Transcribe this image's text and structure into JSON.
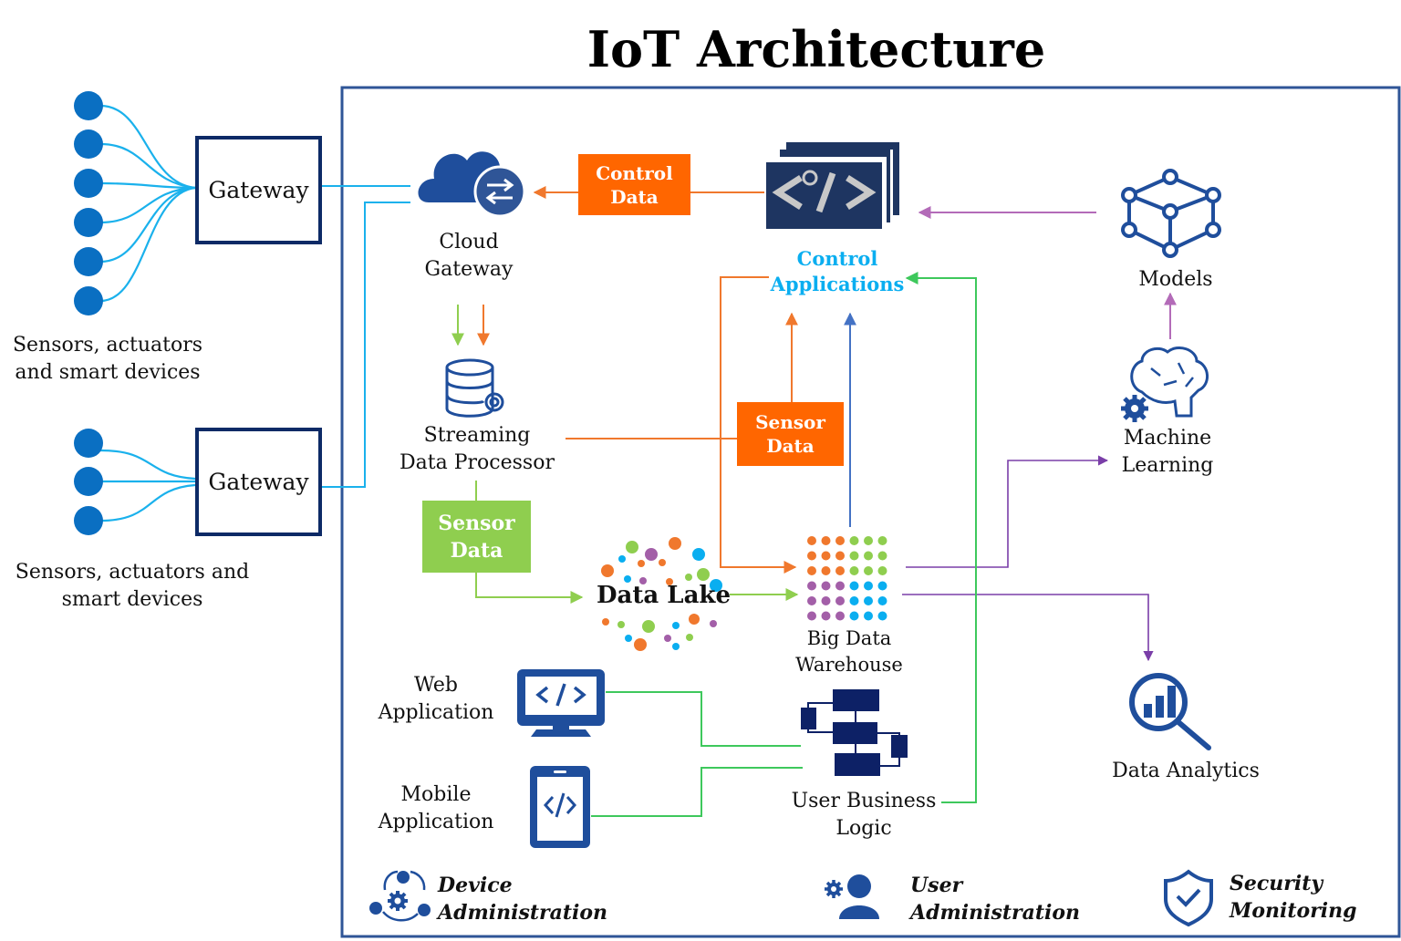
{
  "title": "IoT Architecture",
  "colors": {
    "frame": "#2f5597",
    "navy": "#0d2a66",
    "icon_blue": "#1f4e9c",
    "sensor_dot": "#0a6fc2",
    "wire_cyan": "#1ab1ec",
    "orange": "#ff6600",
    "orange_line": "#f0782d",
    "green_tag": "#8fce4f",
    "green_line": "#8fce4f",
    "bright_green": "#3ec85c",
    "purple": "#7a3ea8",
    "pink_purple": "#b36bb8",
    "steel_blue": "#4472c4",
    "control_label": "#0aaef0"
  },
  "left": {
    "group1": {
      "gateway_label": "Gateway",
      "devices_label_lines": [
        "Sensors, actuators",
        "and smart devices"
      ],
      "device_count": 6
    },
    "group2": {
      "gateway_label": "Gateway",
      "devices_label_lines": [
        "Sensors, actuators and",
        "smart devices"
      ],
      "device_count": 3
    }
  },
  "nodes": {
    "cloud_gateway": {
      "label_lines": [
        "Cloud",
        "Gateway"
      ],
      "icon": "cloud-exchange-icon"
    },
    "control_data_tag": {
      "lines": [
        "Control",
        "Data"
      ]
    },
    "control_applications": {
      "label_lines": [
        "Control",
        "Applications"
      ],
      "icon": "code-window-stack-icon"
    },
    "models": {
      "label": "Models",
      "icon": "cube-network-icon"
    },
    "machine_learning": {
      "label_lines": [
        "Machine",
        "Learning"
      ],
      "icon": "brain-gear-icon"
    },
    "streaming_processor": {
      "label_lines": [
        "Streaming",
        "Data Processor"
      ],
      "icon": "database-gear-icon"
    },
    "sensor_data_orange": {
      "lines": [
        "Sensor",
        "Data"
      ]
    },
    "sensor_data_green": {
      "lines": [
        "Sensor",
        "Data"
      ]
    },
    "data_lake": {
      "label": "Data Lake"
    },
    "big_data_warehouse": {
      "label_lines": [
        "Big Data",
        "Warehouse"
      ],
      "icon": "dot-grid-icon"
    },
    "data_analytics": {
      "label": "Data Analytics",
      "icon": "magnifier-chart-icon"
    },
    "web_application": {
      "label_lines": [
        "Web",
        "Application"
      ],
      "icon": "monitor-code-icon"
    },
    "mobile_application": {
      "label_lines": [
        "Mobile",
        "Application"
      ],
      "icon": "phone-code-icon"
    },
    "user_business_logic": {
      "label_lines": [
        "User Business",
        "Logic"
      ],
      "icon": "flowchart-icon"
    }
  },
  "footer": {
    "device_admin": {
      "lines": [
        "Device",
        "Administration"
      ],
      "icon": "device-network-gear-icon"
    },
    "user_admin": {
      "lines": [
        "User",
        "Administration"
      ],
      "icon": "user-gear-icon"
    },
    "security_monitoring": {
      "lines": [
        "Security",
        "Monitoring"
      ],
      "icon": "shield-check-icon"
    }
  }
}
